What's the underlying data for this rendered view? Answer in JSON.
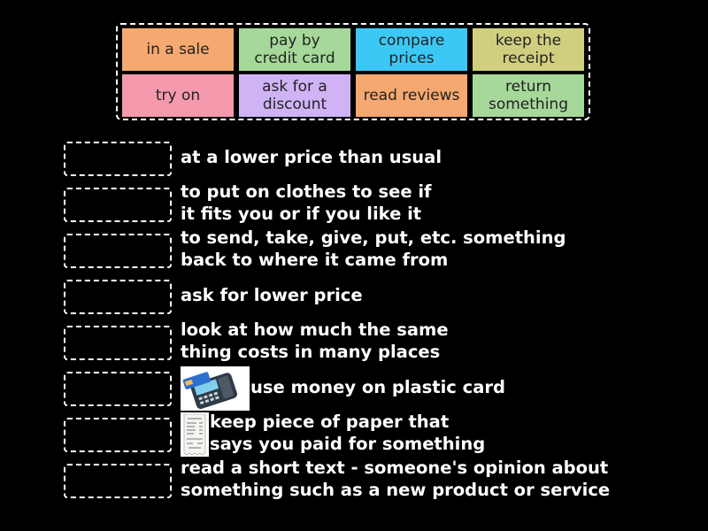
{
  "tiles": [
    {
      "label_lines": [
        "in a sale"
      ],
      "color": "#f5a86f"
    },
    {
      "label_lines": [
        "pay by",
        "credit card"
      ],
      "color": "#a6d89a"
    },
    {
      "label_lines": [
        "compare",
        "prices"
      ],
      "color": "#3cc8f5"
    },
    {
      "label_lines": [
        "keep the",
        "receipt"
      ],
      "color": "#d0cf7f"
    },
    {
      "label_lines": [
        "try on"
      ],
      "color": "#f49aac"
    },
    {
      "label_lines": [
        "ask for a",
        "discount"
      ],
      "color": "#d0b3f5"
    },
    {
      "label_lines": [
        "read reviews"
      ],
      "color": "#f5a86f"
    },
    {
      "label_lines": [
        "return",
        "something"
      ],
      "color": "#a6d89a"
    }
  ],
  "definitions": [
    {
      "lines": [
        "at a lower price than usual"
      ]
    },
    {
      "lines": [
        "to put on clothes to see if",
        "it fits you or if you like it"
      ]
    },
    {
      "lines": [
        "to send, take, give, put, etc. something",
        "back to where it came from"
      ]
    },
    {
      "lines": [
        "ask for lower price"
      ]
    },
    {
      "lines": [
        "look at how much the same",
        "thing costs in many places"
      ]
    },
    {
      "lines": [
        "use money on plastic card"
      ],
      "icon": "card-terminal-image"
    },
    {
      "lines": [
        "keep piece of paper that",
        "says you paid for something"
      ],
      "icon": "receipt-image"
    },
    {
      "lines": [
        "read a short text - someone's opinion about",
        "something such as a new product or service"
      ]
    }
  ],
  "colors": {
    "background": "#000000",
    "text": "#ffffff",
    "dashed_border": "#ffffff"
  }
}
